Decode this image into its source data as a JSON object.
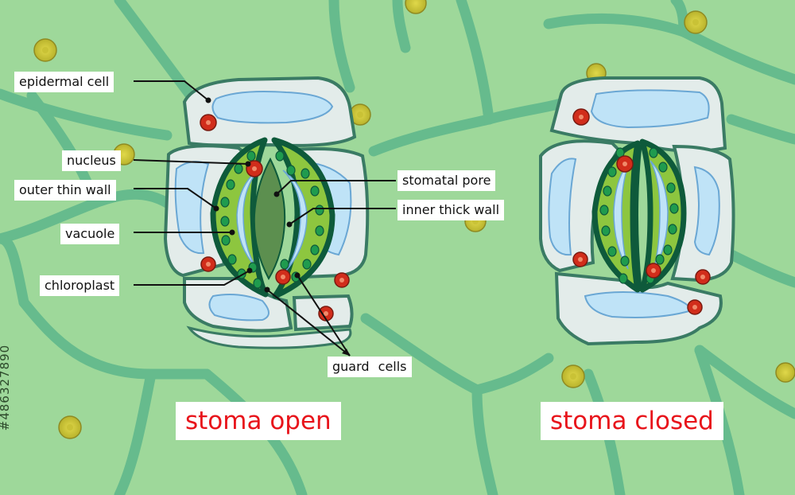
{
  "labels": {
    "epidermal_cell": "epidermal cell",
    "nucleus": "nucleus",
    "outer_thin_wall": "outer thin wall",
    "vacuole": "vacuole",
    "chloroplast": "chloroplast",
    "stomatal_pore": "stomatal pore",
    "inner_thick_wall": "inner thick wall",
    "guard_cells": "guard cells"
  },
  "captions": {
    "open": "stoma open",
    "closed": "stoma closed"
  },
  "stock_id": "#486327890",
  "colors": {
    "background": "#9ed89a",
    "cell_wall_bg": "#5fb58b",
    "epidermal_fill": "#e3ecea",
    "cell_outline": "#3a7b64",
    "vacuole_fill": "#bfe3f7",
    "vacuole_outline": "#6aa7d4",
    "guard_cell_fill": "#8dc63f",
    "guard_cell_wall": "#0e5a3b",
    "chloroplast": "#1f9b4e",
    "pore": "#5c8f4f",
    "nucleus": "#d12d1b",
    "caption_text": "#e8141b"
  }
}
